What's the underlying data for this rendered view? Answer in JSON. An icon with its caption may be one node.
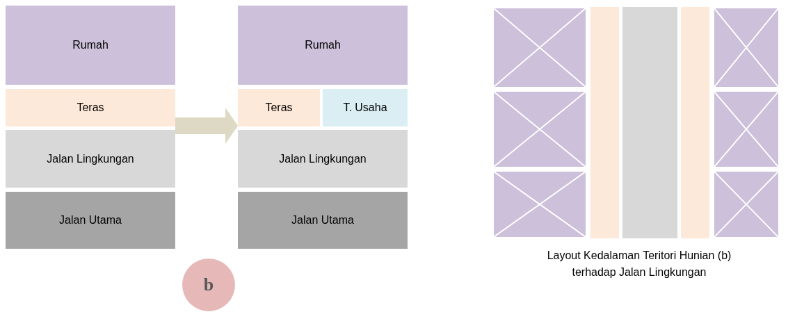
{
  "diagram": {
    "caption": "Layout Kedalaman Teritori Hunian (b) terhadap Jalan Lingkungan",
    "nodes": [
      {
        "text": [
          "Rumah"
        ]
      },
      {
        "text": [
          "Teras"
        ]
      },
      {
        "text": [
          "Jalan Lingkungan"
        ]
      },
      {
        "text": [
          "Jalan Utama"
        ]
      },
      {
        "text": [
          "Rumah"
        ]
      },
      {
        "text": [
          "Teras"
        ]
      },
      {
        "text": [
          "T. Usaha"
        ]
      },
      {
        "text": [
          "Jalan Lingkungan"
        ]
      },
      {
        "text": [
          "Jalan Utama"
        ]
      },
      {
        "text": [
          "b"
        ]
      },
      {
        "text": [],
        "shape": "box"
      },
      {
        "text": [],
        "shape": "box"
      },
      {
        "text": [],
        "shape": "box"
      },
      {
        "text": [],
        "shape": "box"
      },
      {
        "text": [],
        "shape": "box"
      },
      {
        "text": [],
        "shape": "box"
      },
      {
        "text": [],
        "shape": "box"
      },
      {
        "text": [],
        "shape": "box"
      },
      {
        "text": [],
        "shape": "box"
      }
    ],
    "edges": [
      {
        "from": 1,
        "to": 5,
        "arrow": "to",
        "color": "#ddd9c4"
      }
    ]
  }
}
